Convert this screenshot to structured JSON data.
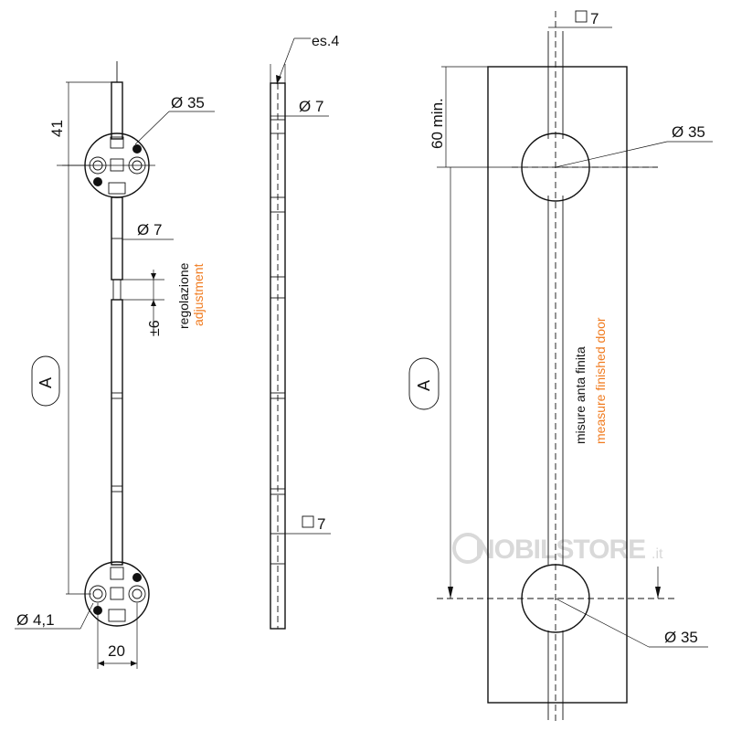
{
  "left_view": {
    "dim_top": "41",
    "dim_head_diameter": "Ø 35",
    "dim_rod_diameter": "Ø 7",
    "adjustment_it": "regolazione",
    "adjustment_en": "adjustment",
    "adjustment_value": "±6",
    "dim_a_label": "A",
    "dim_hole": "Ø 4,1",
    "dim_width": "20"
  },
  "middle_view": {
    "thickness": "es.4",
    "rod_diameter": "Ø 7",
    "square_section": "7"
  },
  "right_view": {
    "square_section": "7",
    "min_distance": "60 min.",
    "hole_top": "Ø 35",
    "hole_bottom": "Ø 35",
    "dim_a_label": "A",
    "measure_it": "misure anta finita",
    "measure_en": "measure finished door"
  },
  "watermark": {
    "brand": "NOBILSTORE",
    "suffix": ".it"
  },
  "colors": {
    "line": "#111111",
    "accent_text": "#f07b1f",
    "watermark": "#d9d9d9"
  }
}
